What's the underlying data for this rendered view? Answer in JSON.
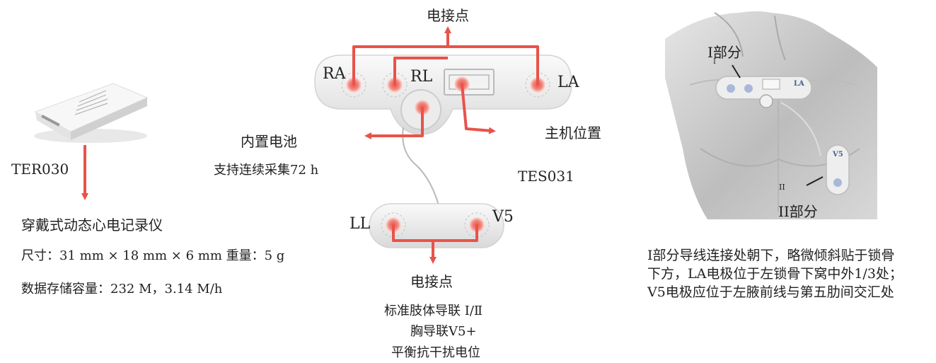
{
  "recorder": {
    "model": "TER030",
    "name": "穿戴式动态心电记录仪",
    "size": "尺寸：31 mm × 18 mm × 6 mm  重量：5 g",
    "storage": "数据存储容量：232 M，3.14 M/h"
  },
  "sensor": {
    "top_label": "电接点",
    "electrodes": [
      "RA",
      "RL",
      "LA",
      "LL",
      "V5"
    ],
    "host_label": "主机位置",
    "battery_label": "内置电池",
    "battery_desc": "支持连续采集72 h",
    "model": "TES031",
    "bottom_label": "电接点",
    "leads": [
      "标准肢体导联 Ⅰ/Ⅱ",
      "胸导联V5+",
      "平衡抗干扰电位"
    ]
  },
  "placement": {
    "part1": "I部分",
    "part1_small": "I",
    "part2": "II部分",
    "part2_small": "II",
    "pad_la": "LA",
    "pad_v5": "V5",
    "description": [
      "I部分导线连接处朝下，略微倾斜贴于锁骨",
      "下方，LA电极位于左锁骨下窝中外1/3处；",
      "V5电极应位于左腋前线与第五肋间交汇处"
    ]
  },
  "colors": {
    "arrow": "#e8534a",
    "device": "#eeeeee",
    "outline": "#cfcfcf",
    "skin": "#c9c9c9"
  }
}
